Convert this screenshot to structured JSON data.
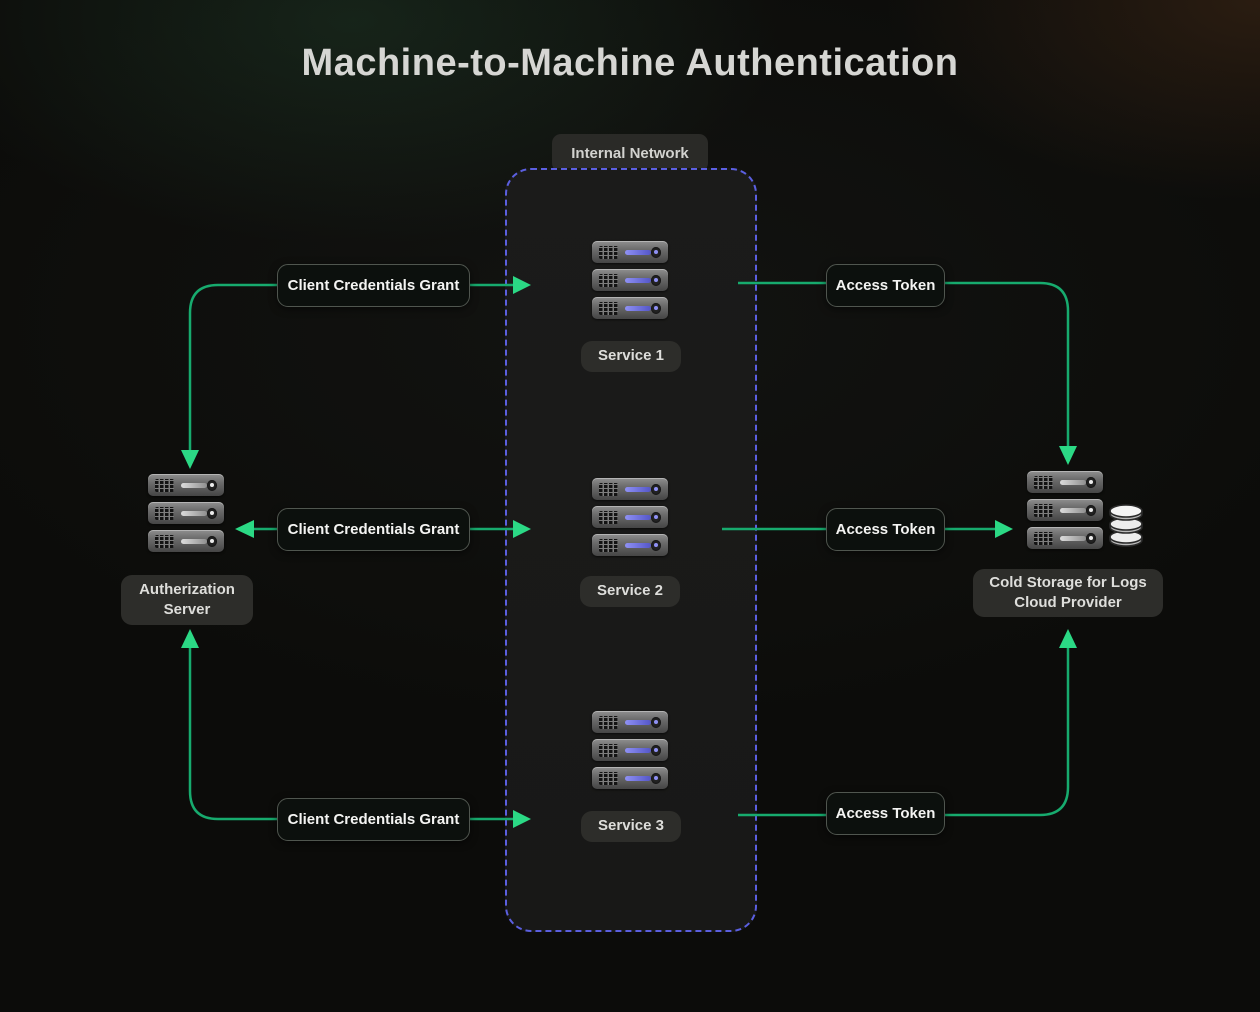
{
  "title": "Machine-to-Machine Authentication",
  "internal_network_label": "Internal Network",
  "services": [
    "Service 1",
    "Service 2",
    "Service 3"
  ],
  "auth_server": {
    "line1": "Autherization",
    "line2": "Server"
  },
  "cold_storage": {
    "line1": "Cold Storage for Logs",
    "line2": "Cloud Provider"
  },
  "grants": [
    "Client Credentials Grant",
    "Client Credentials Grant",
    "Client Credentials Grant"
  ],
  "tokens": [
    "Access Token",
    "Access Token",
    "Access Token"
  ],
  "colors": {
    "connector": "#17ab6e",
    "arrowhead": "#2bd985",
    "network_border": "#5b5fe0",
    "led_accent": "#7b7df0",
    "background": "#0c0c0a"
  }
}
